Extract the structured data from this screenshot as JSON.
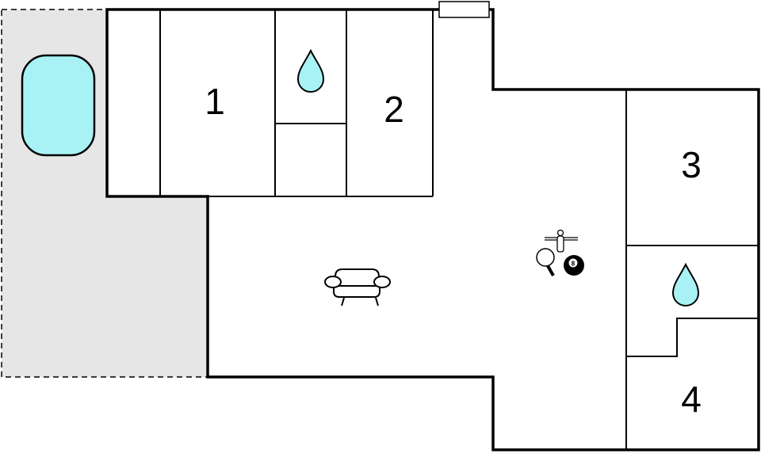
{
  "rooms": [
    {
      "label": "1"
    },
    {
      "label": "2"
    },
    {
      "label": "3"
    },
    {
      "label": "4"
    }
  ],
  "icons": {
    "bathroom": "water-drop-icon",
    "living": "sofa-icon",
    "games": "games-icon"
  },
  "colors": {
    "water": "#a8f2f5",
    "terrace": "#e6e6e6",
    "wall": "#000000"
  }
}
